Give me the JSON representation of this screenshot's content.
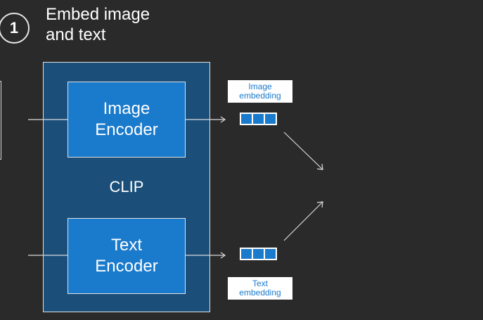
{
  "step": {
    "number": "1",
    "title": "Embed image\nand text"
  },
  "clip": {
    "label": "CLIP",
    "image_encoder": "Image\nEncoder",
    "text_encoder": "Text\nEncoder"
  },
  "embeddings": {
    "image_label": "Image\nembedding",
    "text_label": "Text\nembedding",
    "vector_cells": 3
  },
  "colors": {
    "background": "#2a2a2a",
    "clip_box": "#1b4f7a",
    "encoder_box": "#1a7acb",
    "embedding_text": "#1a7acb",
    "lines": "#d9d9d9"
  }
}
